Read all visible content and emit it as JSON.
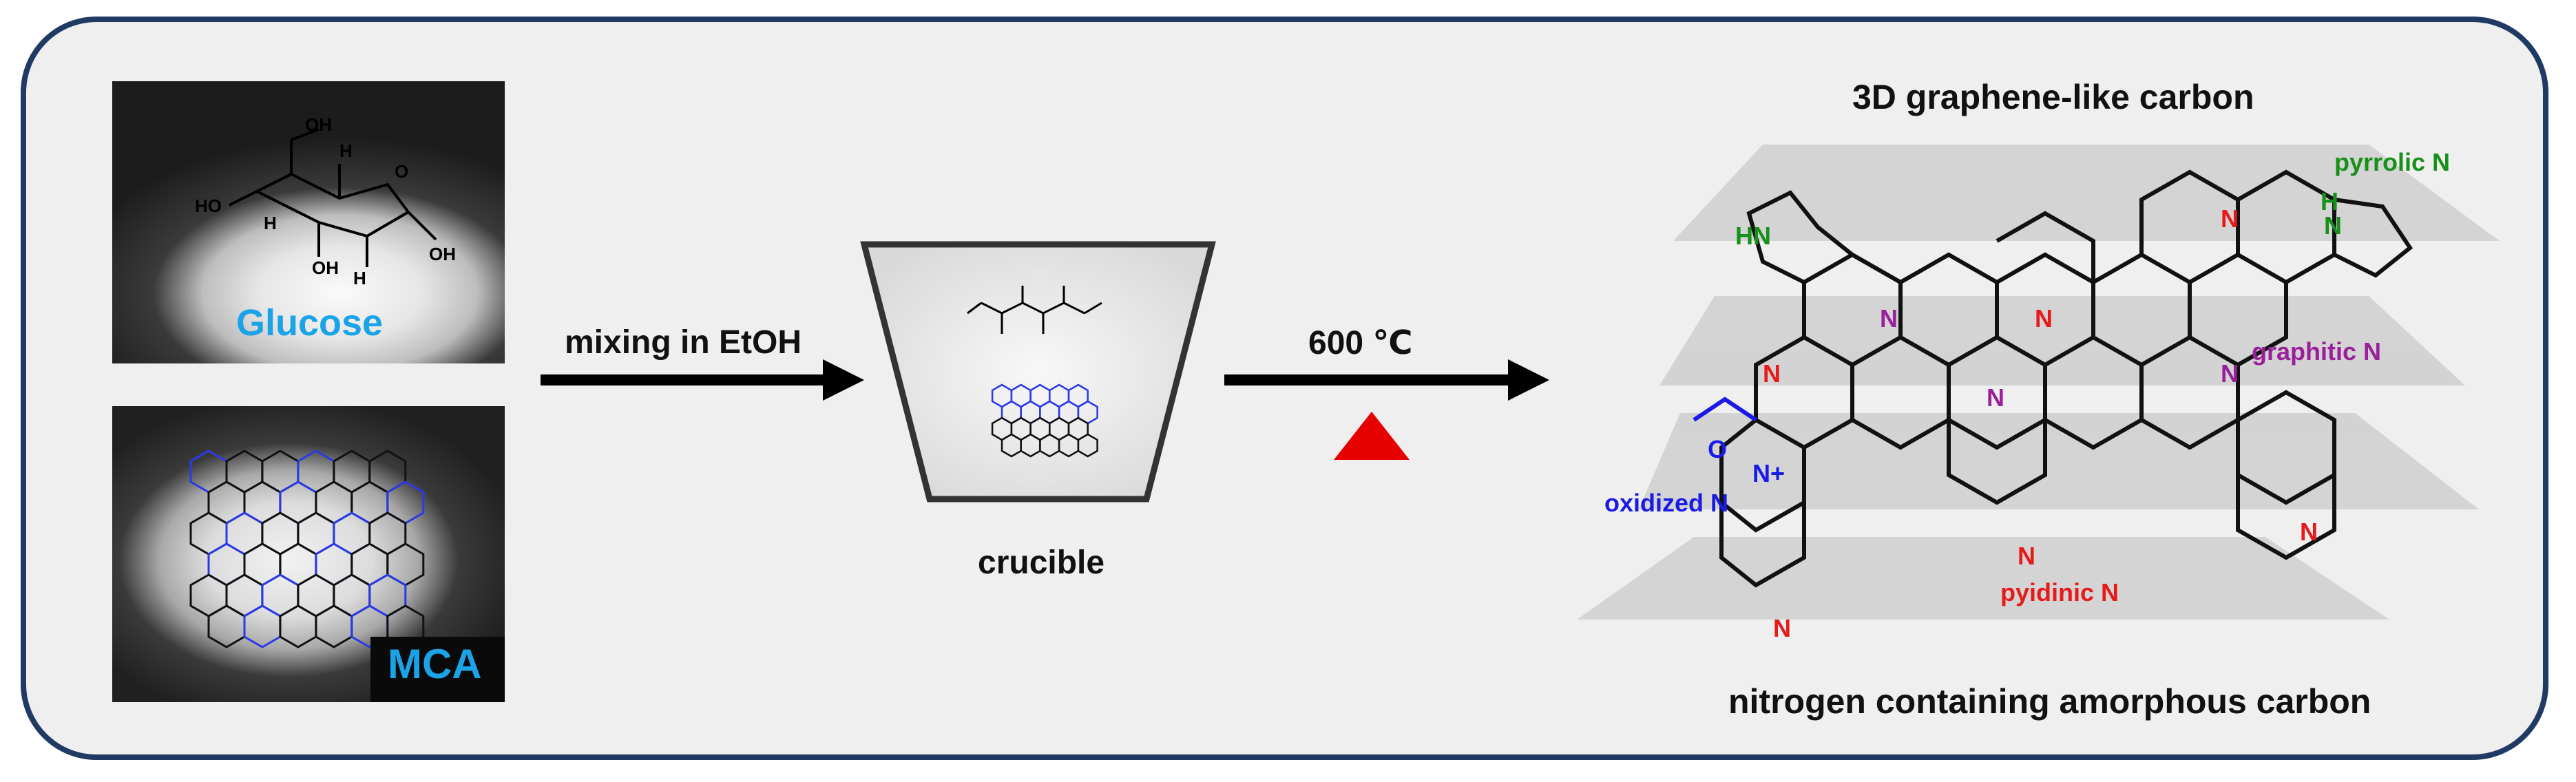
{
  "reactants": {
    "glucose": {
      "label": "Glucose"
    },
    "mca": {
      "label": "MCA"
    }
  },
  "steps": {
    "mixing": "mixing in EtOH",
    "heating": "600 ℃"
  },
  "crucible": {
    "label": "crucible"
  },
  "product": {
    "title_top": "3D graphene-like  carbon",
    "title_bottom": "nitrogen containing  amorphous carbon",
    "nitrogen_types": {
      "pyrrolic": "pyrrolic N",
      "graphitic": "graphitic N",
      "oxidized": "oxidized N",
      "pyridinic": "pyidinic N"
    }
  },
  "colors": {
    "frame": "#1f3b64",
    "label_blue": "#1aa3e6",
    "pyrrolic": "#17901a",
    "graphitic": "#9a1f9a",
    "oxidized": "#1a1ae6",
    "pyridinic": "#e61a1a",
    "heat_triangle": "#e60000"
  }
}
